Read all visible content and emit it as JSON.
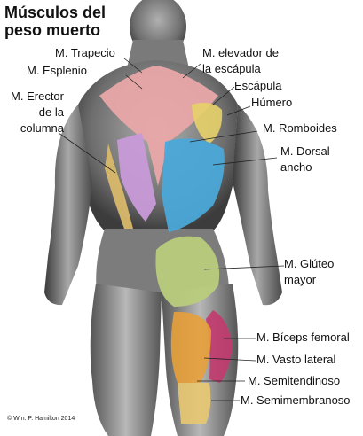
{
  "title_line1": "Músculos del",
  "title_line2": "peso muerto",
  "labels": {
    "trapecio": "M. Trapecio",
    "esplenio": "M. Esplenio",
    "erector_1": "M. Erector",
    "erector_2": "de la",
    "erector_3": "columna",
    "elevador_1": "M. elevador de",
    "elevador_2": "la escápula",
    "escapula": "Escápula",
    "humero": "Húmero",
    "romboides": "M. Romboides",
    "dorsal_1": "M. Dorsal",
    "dorsal_2": "ancho",
    "gluteo_1": "M. Glúteo",
    "gluteo_2": "mayor",
    "biceps": "M. Bíceps femoral",
    "vasto": "M. Vasto lateral",
    "semitendinoso": "M. Semitendinoso",
    "semimembranoso": "M. Semimembranoso"
  },
  "credit": "© Wm. P. Hamilton 2014",
  "colors": {
    "trapecio": "#e8a6a6",
    "romboides": "#c79ad8",
    "erector": "#d8b86a",
    "dorsal": "#4aa8d8",
    "gluteo": "#b8cc7c",
    "biceps": "#c23a6e",
    "vasto": "#e8a03a",
    "semitendinoso": "#e8c870",
    "escapula": "#e6d26a",
    "body": "#8a8a8a"
  }
}
